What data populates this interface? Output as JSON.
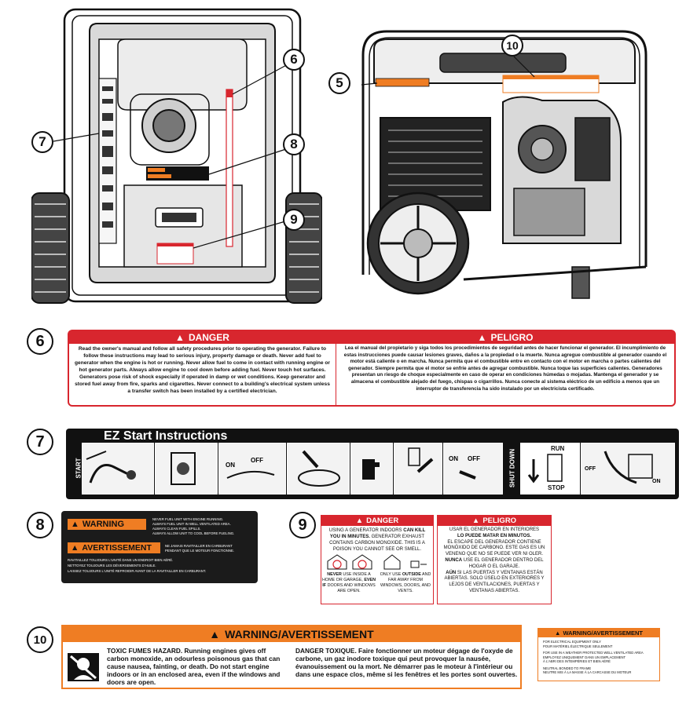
{
  "callouts": {
    "c5": "5",
    "c6": "6",
    "c7": "7",
    "c8": "8",
    "c9": "9",
    "c10": "10",
    "s6": "6",
    "s7": "7",
    "s8": "8",
    "s9": "9",
    "s10": "10"
  },
  "colors": {
    "danger_red": "#d8262e",
    "warning_orange": "#ef7d23",
    "label_black": "#1b1b1b"
  },
  "danger6": {
    "en_title": "DANGER",
    "en_text": "Read the owner's manual and follow all safety procedures prior to operating the generator. Failure to follow these instructions may lead to serious injury, property damage or death. Never add fuel to generator when the engine is hot or running. Never allow fuel to come in contact with running engine or hot generator parts. Always allow engine to cool down before adding fuel. Never touch hot surfaces. Generators pose risk of shock especially if operated in damp or wet conditions. Keep generator and stored fuel away from fire, sparks and cigarettes. Never connect to a building's electrical system unless a transfer switch has been installed by a certified electrician.",
    "es_title": "PELIGRO",
    "es_text": "Lea el manual del propietario y siga todos los procedimientos de seguridad antes de hacer funcionar el generador. El incumplimiento de estas instrucciones puede causar lesiones graves, daños a la propiedad o la muerte. Nunca agregue combustible al generador cuando el motor está caliente o en marcha. Nunca permita que el combustible entre en contacto con el motor en marcha o partes calientes del generador. Siempre permita que el motor se enfríe antes de agregar combustible. Nunca toque las superficies calientes. Generadores presentan un riesgo de choque especialmente en caso de operar en condiciones húmedas o mojadas. Mantenga el generador y se almacena el combustible alejado del fuego, chispas o cigarrillos. Nunca conecte al sistema eléctrico de un edificio a menos que un interruptor de transferencia ha sido instalado por un electricista certificado."
  },
  "ez": {
    "title": "EZ Start Instructions",
    "start": "START",
    "shutdown": "SHUT DOWN",
    "run": "RUN",
    "stop": "STOP",
    "on": "ON",
    "off": "OFF"
  },
  "warn8": {
    "warning": "WARNING",
    "en_lines": [
      "NEVER FUEL UNIT WITH ENGINE RUNNING.",
      "ALWAYS FUEL UNIT IN WELL VENTILATED AREA.",
      "ALWAYS CLEAN FUEL SPILLS.",
      "ALWAYS ALLOW UNIT TO COOL BEFORE FUELING."
    ],
    "avert": "AVERTISSEMENT",
    "fr_side": [
      "NE JAMAIS RAVITAILLER EN CARBURANT",
      "PENDANT QUE LE MOTEUR FONCTIONNE."
    ],
    "fr_lines": [
      "RAVITAILLEZ TOUJOURS L'UNITÉ DANS UN ENDROIT BIEN AÉRÉ.",
      "NETTOYEZ TOUJOURS LES DÉVERSEMENTS D'HUILE.",
      "LAISSEZ TOUJOURS L'UNITÉ REFROIDIR AVANT DE LA RAVITAILLER EN CARBURANT."
    ]
  },
  "danger9": {
    "en_title": "DANGER",
    "en_lead": "USING A GENERATOR INDOORS",
    "en_kill": "CAN KILL YOU IN MINUTES.",
    "en_rest": "GENERATOR EXHAUST CONTAINS CARBON MONOXIDE. THIS IS A POISON YOU CANNOT SEE OR SMELL.",
    "never_bold": "NEVER",
    "never_text": "USE INSIDE A HOME OR GARAGE,",
    "even_bold": "EVEN IF",
    "even_text": "DOORS AND WINDOWS ARE OPEN.",
    "only_text": "ONLY USE",
    "outside_bold": "OUTSIDE",
    "outside_text": "AND FAR AWAY FROM WINDOWS, DOORS, AND VENTS.",
    "es_title": "PELIGRO",
    "es_line1": "USAR EL GENERADOR EN INTERIORES",
    "es_line2": "LO PUEDE MATAR EN MINUTOS.",
    "es_line3": "EL ESCAPE DEL GENERADOR CONTIENE MONÓXIDO DE CARBONO. ESTE GAS ES UN VENENO QUE NO SE PUEDE VER NI OLER.",
    "es_nunca": "NUNCA",
    "es_line4": "USE EL GENERADOR DENTRO DEL HOGAR O EL GARAJE.",
    "es_aun": "AÚN",
    "es_line5": "SI LAS PUERTAS Y VENTANAS ESTÁN ABIERTAS. SOLO ÚSELO EN EXTERIORES Y LEJOS DE VENTILACIONES, PUERTAS Y VENTANAS ABIERTAS."
  },
  "warn10": {
    "title": "WARNING/AVERTISSEMENT",
    "en_text": "TOXIC FUMES HAZARD. Running engines gives off carbon monoxide, an odourless poisonous gas that can cause nausea, fainting, or death. Do not start engine indoors or in an enclosed area, even if the windows and doors are open.",
    "fr_text": "DANGER TOXIQUE. Faire fonctionner un moteur dégage de l'oxyde de carbone, un gaz inodore toxique qui peut provoquer la nausée, évanouissement ou la mort. Ne démarrer pas le moteur à l'intérieur ou dans une espace clos, même si les fenêtres et les portes sont ouvertes.",
    "mini_title": "WARNING/AVERTISSEMENT",
    "mini_lines": [
      "FOR ELECTRICAL EQUIPMENT ONLY",
      "POUR MATÉRIEL ÉLECTRIQUE SEULEMENT",
      "FOR USE IN A WEATHER PROTECTED WELL VENTILATED AREA",
      "EMPLOYEZ UNIQUEMENT DANS UN EMPLACEMENT",
      "À L'ABRI DES INTEMPÉRIES ET BIEN AÉRÉ",
      "NEUTRAL BONDED TO FRAME",
      "NEUTRE MIS À LA MASSE À LA CARCASSE DU MOTEUR"
    ]
  }
}
